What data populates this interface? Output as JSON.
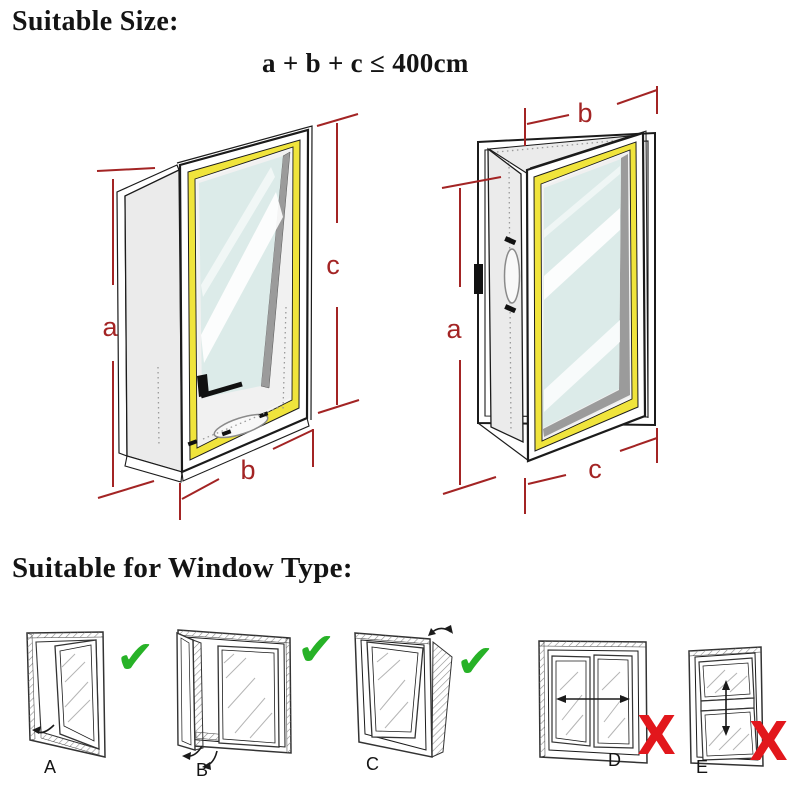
{
  "header": {
    "suitable_size_title": "Suitable Size:",
    "size_formula": "a + b + c ≤ 400cm",
    "window_type_title": "Suitable for Window Type:"
  },
  "size_diagrams": {
    "tilt_window": {
      "dim_a": "a",
      "dim_b": "b",
      "dim_c": "c"
    },
    "casement_window": {
      "dim_a": "a",
      "dim_b": "b",
      "dim_c": "c"
    }
  },
  "window_types": [
    {
      "label": "A",
      "suitable": true,
      "mark": "✔"
    },
    {
      "label": "B",
      "suitable": true,
      "mark": "✔"
    },
    {
      "label": "C",
      "suitable": true,
      "mark": "✔"
    },
    {
      "label": "D",
      "suitable": false,
      "mark": "X"
    },
    {
      "label": "E",
      "suitable": false,
      "mark": "X"
    }
  ],
  "colors": {
    "dim_red": "#a32424",
    "check_green": "#27b227",
    "cross_red": "#e2171c",
    "seal_yellow": "#f0e43c",
    "glass_blue": "#dcebe9",
    "fabric_gray": "#ebebeb",
    "line_dark": "#1b1b1b"
  }
}
